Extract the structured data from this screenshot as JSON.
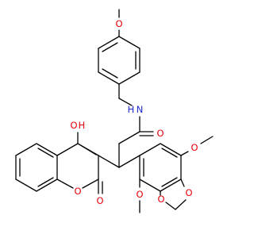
{
  "molecule": {
    "atom_labels": [
      {
        "id": "methoxy-o-top",
        "text": "O",
        "element": "O"
      },
      {
        "id": "amide-n",
        "text": "N",
        "element": "N"
      },
      {
        "id": "amide-h",
        "text": "H",
        "element": "N"
      },
      {
        "id": "amide-o",
        "text": "O",
        "element": "O"
      },
      {
        "id": "hydroxyl-o",
        "text": "O",
        "element": "O"
      },
      {
        "id": "hydroxyl-h",
        "text": "H",
        "element": "O"
      },
      {
        "id": "ring-o",
        "text": "O",
        "element": "O"
      },
      {
        "id": "carbonyl-o",
        "text": "O",
        "element": "O"
      },
      {
        "id": "methoxy-o-right",
        "text": "O",
        "element": "O"
      },
      {
        "id": "methoxy-o-bottom",
        "text": "O",
        "element": "O"
      },
      {
        "id": "dioxole-o-upper",
        "text": "O",
        "element": "O"
      },
      {
        "id": "dioxole-o-lower",
        "text": "O",
        "element": "O"
      }
    ],
    "colors": {
      "bond": "#000000",
      "oxygen": "#e8000b",
      "nitrogen": "#1f2acc",
      "background": "#ffffff"
    }
  }
}
